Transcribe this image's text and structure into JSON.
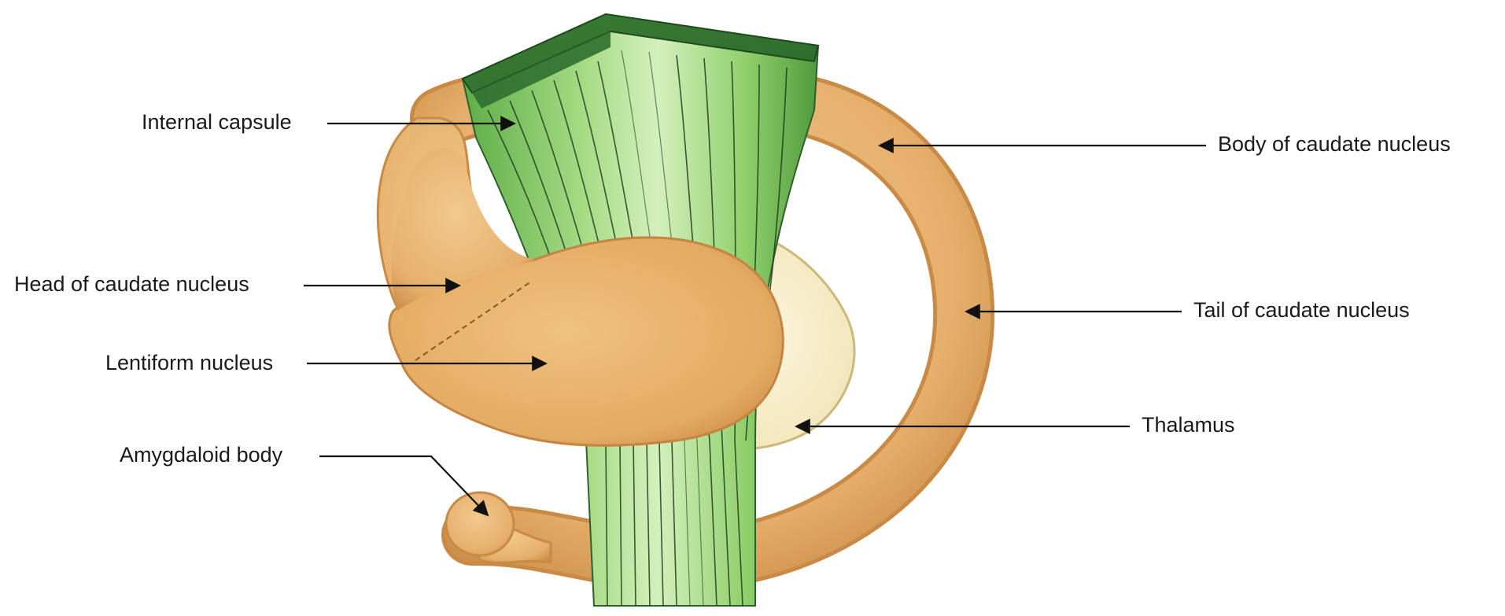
{
  "labels": {
    "internal_capsule": "Internal capsule",
    "head_of_caudate_nucleus": "Head of caudate nucleus",
    "lentiform_nucleus": "Lentiform nucleus",
    "amygdaloid_body": "Amygdaloid body",
    "body_of_caudate_nucleus": "Body of caudate nucleus",
    "tail_of_caudate_nucleus": "Tail of caudate nucleus",
    "thalamus": "Thalamus"
  },
  "colors": {
    "caudate": "#e9b877",
    "caudate_shade": "#c98a45",
    "thalamus": "#f5ecc7",
    "internal_capsule": "#8fcf6a",
    "internal_capsule_top": "#3f8a3b",
    "leader_line": "#111111"
  }
}
